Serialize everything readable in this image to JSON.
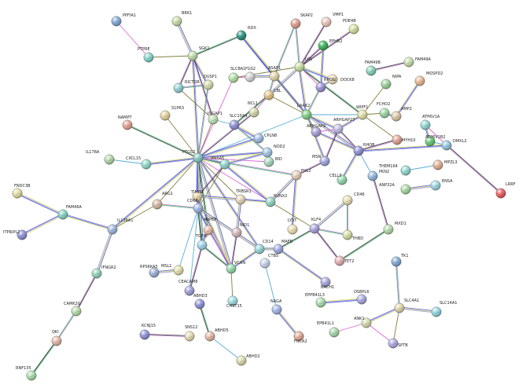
{
  "nodes": [
    {
      "id": "PPFIA1",
      "color": "#7aa7d8"
    },
    {
      "id": "PTPRE",
      "color": "#7fd6c8"
    },
    {
      "id": "BRK1",
      "color": "#c9e0a2"
    },
    {
      "id": "SGK1",
      "color": "#bfe0a8"
    },
    {
      "id": "RDX",
      "color": "#1f8f7a"
    },
    {
      "id": "SKAP2",
      "color": "#e49a86"
    },
    {
      "id": "VMP1",
      "color": "#f1c9b8"
    },
    {
      "id": "PDE4B",
      "color": "#d7e39a"
    },
    {
      "id": "EPHB2",
      "color": "#2fb24c"
    },
    {
      "id": "LYN",
      "color": "#c9e29b"
    },
    {
      "id": "DOCK8",
      "color": "#f2e1b8"
    },
    {
      "id": "FAM49B",
      "color": "#7fd6b0"
    },
    {
      "id": "FAM49A",
      "color": "#c9e2a8"
    },
    {
      "id": "NIPA",
      "color": "#9ad69a"
    },
    {
      "id": "MOSPD2",
      "color": "#f0b98e"
    },
    {
      "id": "RICTOR",
      "color": "#8fd4d6"
    },
    {
      "id": "DUSP1",
      "color": "#d8e0a8"
    },
    {
      "id": "SLC8A1",
      "color": "#b5e3a5"
    },
    {
      "id": "FGS2",
      "color": "#d8d8d8"
    },
    {
      "id": "ASAP1",
      "color": "#e7d7a0"
    },
    {
      "id": "CBL",
      "color": "#e8c482"
    },
    {
      "id": "RHOG",
      "color": "#9a8fd8"
    },
    {
      "id": "LARK2",
      "color": "#7cd27c"
    },
    {
      "id": "WIPF1",
      "color": "#e8e2a2"
    },
    {
      "id": "FCHO2",
      "color": "#9ad8a0"
    },
    {
      "id": "AMP2",
      "color": "#e0c8a0"
    },
    {
      "id": "ATP6V1A",
      "color": "#8fdcd6"
    },
    {
      "id": "ATP6V1B2",
      "color": "#5fc86a"
    },
    {
      "id": "DMXL2",
      "color": "#8fc8e0"
    },
    {
      "id": "LRRF",
      "color": "#f05454"
    },
    {
      "id": "S1PR3",
      "color": "#e9d49a"
    },
    {
      "id": "IQGAP1",
      "color": "#bfe3b0"
    },
    {
      "id": "NCL1",
      "color": "#d8d8a8"
    },
    {
      "id": "SLC15A4",
      "color": "#8a8fd8"
    },
    {
      "id": "CPLN8",
      "color": "#9fc0e4"
    },
    {
      "id": "NAMPT",
      "color": "#e7a090"
    },
    {
      "id": "PTGS2",
      "color": "#7ec8c0"
    },
    {
      "id": "NOD2",
      "color": "#9fc8e4"
    },
    {
      "id": "BID",
      "color": "#a8dcc0"
    },
    {
      "id": "ARHGAP9",
      "color": "#a89ed8"
    },
    {
      "id": "ARHGAP27",
      "color": "#c0b8e4"
    },
    {
      "id": "RHOB",
      "color": "#8a8ed8"
    },
    {
      "id": "MYH10",
      "color": "#e8a090"
    },
    {
      "id": "MSN",
      "color": "#9fa4e0"
    },
    {
      "id": "CELL3",
      "color": "#8fdca8"
    },
    {
      "id": "PKN2",
      "color": "#8fb8e4"
    },
    {
      "id": "THEM164",
      "color": "#8fdcd0"
    },
    {
      "id": "MPZL3",
      "color": "#e8b090"
    },
    {
      "id": "ANP32A",
      "color": "#a8dca0"
    },
    {
      "id": "ENSA",
      "color": "#9fd8e4"
    },
    {
      "id": "IL17RA",
      "color": "#b8d8a8"
    },
    {
      "id": "CXCL15",
      "color": "#8fdcc8"
    },
    {
      "id": "ANXA5",
      "color": "#8fd8d0"
    },
    {
      "id": "FHL2",
      "color": "#e8d0b8"
    },
    {
      "id": "CD46",
      "color": "#e8e2b0"
    },
    {
      "id": "FNDC3B",
      "color": "#e8e2a0"
    },
    {
      "id": "FAM46A",
      "color": "#7fd6c0"
    },
    {
      "id": "ARG1",
      "color": "#d8b8a0"
    },
    {
      "id": "TIMP2",
      "color": "#e8d4a0"
    },
    {
      "id": "TRBSR1",
      "color": "#e8d8b8"
    },
    {
      "id": "RUNX2",
      "color": "#8fd8c0"
    },
    {
      "id": "CD68",
      "color": "#a0b8e4"
    },
    {
      "id": "ITPRIPL2",
      "color": "#8a8ed8"
    },
    {
      "id": "IL13RA1",
      "color": "#9fb8e0"
    },
    {
      "id": "ANPEP",
      "color": "#e8b8a0"
    },
    {
      "id": "NID1",
      "color": "#d8b8b8"
    },
    {
      "id": "LYST",
      "color": "#f0e2b0"
    },
    {
      "id": "KLF4",
      "color": "#a8a0e0"
    },
    {
      "id": "THBD",
      "color": "#d8e2a0"
    },
    {
      "id": "MXD1",
      "color": "#b8e0a8"
    },
    {
      "id": "TGFBI",
      "color": "#9fd4e8"
    },
    {
      "id": "CD14",
      "color": "#8fd8d8"
    },
    {
      "id": "MAFB",
      "color": "#9aa8e0"
    },
    {
      "id": "RPS6KA5",
      "color": "#9fb0d8"
    },
    {
      "id": "MSL1",
      "color": "#e8e2a8"
    },
    {
      "id": "VCAN",
      "color": "#8fdca8"
    },
    {
      "id": "CTBS",
      "color": "#c8d8f0"
    },
    {
      "id": "TET2",
      "color": "#e8b0b0"
    },
    {
      "id": "IFNGR2",
      "color": "#8fd8b8"
    },
    {
      "id": "CEACAM8",
      "color": "#9a9ed8"
    },
    {
      "id": "BACH1",
      "color": "#a8a8e4"
    },
    {
      "id": "TK1",
      "color": "#7fa8d8"
    },
    {
      "id": "SLC4A1",
      "color": "#e0d8a8"
    },
    {
      "id": "SLC14A1",
      "color": "#8fd8e0"
    },
    {
      "id": "EPPB41L3",
      "color": "#a8e0a8"
    },
    {
      "id": "OSBPL6",
      "color": "#a8a8e4"
    },
    {
      "id": "CAMK2G",
      "color": "#b8e0a8"
    },
    {
      "id": "ABHD3",
      "color": "#8a90d8"
    },
    {
      "id": "CHST15",
      "color": "#9fe0e8"
    },
    {
      "id": "NAGA",
      "color": "#a0b8e8"
    },
    {
      "id": "EPB41L1",
      "color": "#a8dca8"
    },
    {
      "id": "ANK1",
      "color": "#d8e0a8"
    },
    {
      "id": "SPTB",
      "color": "#b0a8e4"
    },
    {
      "id": "QKI",
      "color": "#e8b8a0"
    },
    {
      "id": "KCNJ15",
      "color": "#8a90d8"
    },
    {
      "id": "SNS12",
      "color": "#e8e0b0"
    },
    {
      "id": "ABHD5",
      "color": "#e8b8a0"
    },
    {
      "id": "FUCA2",
      "color": "#e8a890"
    },
    {
      "id": "RNF135",
      "color": "#a8e0a8"
    },
    {
      "id": "ABHD2",
      "color": "#e0dca8"
    }
  ],
  "edges": [
    [
      "PPFIA1",
      "PTPRE"
    ],
    [
      "PTPRE",
      "SGK1"
    ],
    [
      "BRK1",
      "SGK1"
    ],
    [
      "SGK1",
      "RDX"
    ],
    [
      "SGK1",
      "RICTOR"
    ],
    [
      "SGK1",
      "DUSP1"
    ],
    [
      "SGK1",
      "PTGS2"
    ],
    [
      "SGK1",
      "IQGAP1"
    ],
    [
      "RDX",
      "ASAP1"
    ],
    [
      "RDX",
      "LARK2"
    ],
    [
      "SKAP2",
      "LYN"
    ],
    [
      "SKAP2",
      "ASAP1"
    ],
    [
      "VMP1",
      "LYN"
    ],
    [
      "PDE4B",
      "LYN"
    ],
    [
      "EPHB2",
      "LYN"
    ],
    [
      "EPHB2",
      "RHOG"
    ],
    [
      "LYN",
      "DOCK8"
    ],
    [
      "LYN",
      "CBL"
    ],
    [
      "LYN",
      "LARK2"
    ],
    [
      "LYN",
      "WIPF1"
    ],
    [
      "LYN",
      "RHOG"
    ],
    [
      "LYN",
      "SLC8A1"
    ],
    [
      "FAM49B",
      "FAM49A"
    ],
    [
      "NIPA",
      "WIPF1"
    ],
    [
      "MOSPD2",
      "AMP2"
    ],
    [
      "RICTOR",
      "IQGAP1"
    ],
    [
      "RICTOR",
      "DUSP1"
    ],
    [
      "DUSP1",
      "PTGS2"
    ],
    [
      "SLC8A1",
      "FGS2"
    ],
    [
      "SLC8A1",
      "PTGS2"
    ],
    [
      "FGS2",
      "ASAP1"
    ],
    [
      "ASAP1",
      "CBL"
    ],
    [
      "ASAP1",
      "LARK2"
    ],
    [
      "CBL",
      "LARK2"
    ],
    [
      "CBL",
      "SLC15A4"
    ],
    [
      "CBL",
      "NCL1"
    ],
    [
      "RHOG",
      "LARK2"
    ],
    [
      "RHOG",
      "DOCK8"
    ],
    [
      "LARK2",
      "WIPF1"
    ],
    [
      "LARK2",
      "ARHGAP9"
    ],
    [
      "LARK2",
      "ARHGAP27"
    ],
    [
      "LARK2",
      "PTGS2"
    ],
    [
      "LARK2",
      "RHOB"
    ],
    [
      "LARK2",
      "MSN"
    ],
    [
      "WIPF1",
      "FCHO2"
    ],
    [
      "WIPF1",
      "ARHGAP27"
    ],
    [
      "WIPF1",
      "MYH10"
    ],
    [
      "FCHO2",
      "AMP2"
    ],
    [
      "ATP6V1A",
      "ATP6V1B2"
    ],
    [
      "ATP6V1A",
      "DMXL2"
    ],
    [
      "ATP6V1B2",
      "DMXL2"
    ],
    [
      "DMXL2",
      "LRRF"
    ],
    [
      "DMXL2",
      "RHOB"
    ],
    [
      "S1PR3",
      "PTGS2"
    ],
    [
      "IQGAP1",
      "PTGS2"
    ],
    [
      "IQGAP1",
      "SLC15A4"
    ],
    [
      "NCL1",
      "PTGS2"
    ],
    [
      "SLC15A4",
      "CPLN8"
    ],
    [
      "SLC15A4",
      "NOD2"
    ],
    [
      "CPLN8",
      "PTGS2"
    ],
    [
      "NAMPT",
      "PTGS2"
    ],
    [
      "PTGS2",
      "NOD2"
    ],
    [
      "PTGS2",
      "BID"
    ],
    [
      "PTGS2",
      "ANXA5"
    ],
    [
      "PTGS2",
      "CXCL15"
    ],
    [
      "PTGS2",
      "TIMP2"
    ],
    [
      "PTGS2",
      "CD68"
    ],
    [
      "PTGS2",
      "ARG1"
    ],
    [
      "PTGS2",
      "RUNX2"
    ],
    [
      "PTGS2",
      "TRBSR1"
    ],
    [
      "PTGS2",
      "VCAN"
    ],
    [
      "PTGS2",
      "ANPEP"
    ],
    [
      "PTGS2",
      "IL13RA1"
    ],
    [
      "PTGS2",
      "CD14"
    ],
    [
      "PTGS2",
      "TGFBI"
    ],
    [
      "PTGS2",
      "FHL2"
    ],
    [
      "NOD2",
      "BID"
    ],
    [
      "NOD2",
      "ANXA5"
    ],
    [
      "ARHGAP9",
      "ARHGAP27"
    ],
    [
      "ARHGAP9",
      "RHOB"
    ],
    [
      "ARHGAP27",
      "RHOB"
    ],
    [
      "ARHGAP27",
      "MSN"
    ],
    [
      "RHOB",
      "MYH10"
    ],
    [
      "RHOB",
      "PKN2"
    ],
    [
      "RHOB",
      "CELL3"
    ],
    [
      "MSN",
      "FHL2"
    ],
    [
      "PKN2",
      "MXD1"
    ],
    [
      "MXD1",
      "TET2"
    ],
    [
      "THEM164",
      "MPZL3"
    ],
    [
      "ANP32A",
      "ENSA"
    ],
    [
      "IL17RA",
      "CXCL15"
    ],
    [
      "ANXA5",
      "CD68"
    ],
    [
      "ANXA5",
      "TIMP2"
    ],
    [
      "ANXA5",
      "RUNX2"
    ],
    [
      "FHL2",
      "RUNX2"
    ],
    [
      "FHL2",
      "LYST"
    ],
    [
      "CD46",
      "THBD"
    ],
    [
      "CD46",
      "KLF4"
    ],
    [
      "FNDC3B",
      "FAM46A"
    ],
    [
      "FAM46A",
      "ITPRIPL2"
    ],
    [
      "FAM46A",
      "IL13RA1"
    ],
    [
      "ARG1",
      "IL13RA1"
    ],
    [
      "ARG1",
      "CD68"
    ],
    [
      "TIMP2",
      "CD68"
    ],
    [
      "TIMP2",
      "TRBSR1"
    ],
    [
      "TIMP2",
      "VCAN"
    ],
    [
      "TRBSR1",
      "RUNX2"
    ],
    [
      "TRBSR1",
      "NID1"
    ],
    [
      "RUNX2",
      "KLF4"
    ],
    [
      "CD68",
      "ANPEP"
    ],
    [
      "CD68",
      "TGFBI"
    ],
    [
      "CD68",
      "CD14"
    ],
    [
      "CD68",
      "VCAN"
    ],
    [
      "CD68",
      "MSL1"
    ],
    [
      "IL13RA1",
      "IFNGR2"
    ],
    [
      "ANPEP",
      "TGFBI"
    ],
    [
      "ANPEP",
      "VCAN"
    ],
    [
      "NID1",
      "VCAN"
    ],
    [
      "KLF4",
      "MAFB"
    ],
    [
      "KLF4",
      "THBD"
    ],
    [
      "KLF4",
      "TET2"
    ],
    [
      "TGFBI",
      "VCAN"
    ],
    [
      "CD14",
      "MAFB"
    ],
    [
      "CD14",
      "VCAN"
    ],
    [
      "MAFB",
      "BACH1"
    ],
    [
      "RPS6KA5",
      "MSL1"
    ],
    [
      "VCAN",
      "CHST15"
    ],
    [
      "CTBS",
      "NAGA"
    ],
    [
      "IFNGR2",
      "CAMK2G"
    ],
    [
      "CAMK2G",
      "QKI"
    ],
    [
      "QKI",
      "RNF135"
    ],
    [
      "TK1",
      "SLC4A1"
    ],
    [
      "SLC4A1",
      "SLC14A1"
    ],
    [
      "SLC4A1",
      "ANK1"
    ],
    [
      "SLC4A1",
      "SPTB"
    ],
    [
      "EPPB41L3",
      "OSBPL6"
    ],
    [
      "ANK1",
      "EPB41L1"
    ],
    [
      "ANK1",
      "SPTB"
    ],
    [
      "ABHD3",
      "ABHD5"
    ],
    [
      "ABHD5",
      "ABHD2"
    ],
    [
      "KCNJ15",
      "SNS12"
    ],
    [
      "NAGA",
      "FUCA2"
    ],
    [
      "CD68",
      "CEACAM8"
    ],
    [
      "TGFBI",
      "CEACAM8"
    ]
  ]
}
